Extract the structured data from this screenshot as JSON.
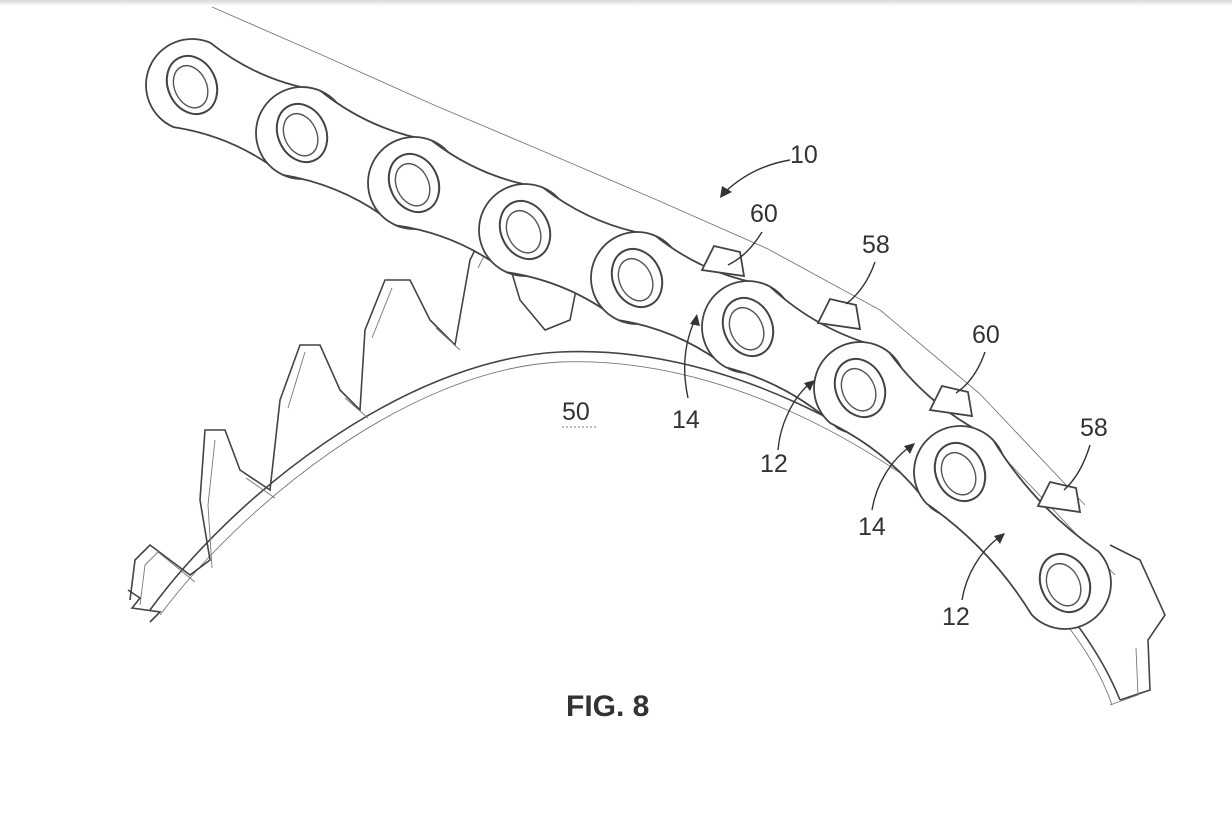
{
  "figure": {
    "caption": "FIG. 8",
    "labels": {
      "chain": "10",
      "sprocket": "50",
      "outer_link_a": "12",
      "outer_link_b": "12",
      "inner_link_a": "14",
      "inner_link_b": "14",
      "tooth_60_a": "60",
      "tooth_60_b": "60",
      "tooth_58_a": "58",
      "tooth_58_b": "58"
    }
  }
}
